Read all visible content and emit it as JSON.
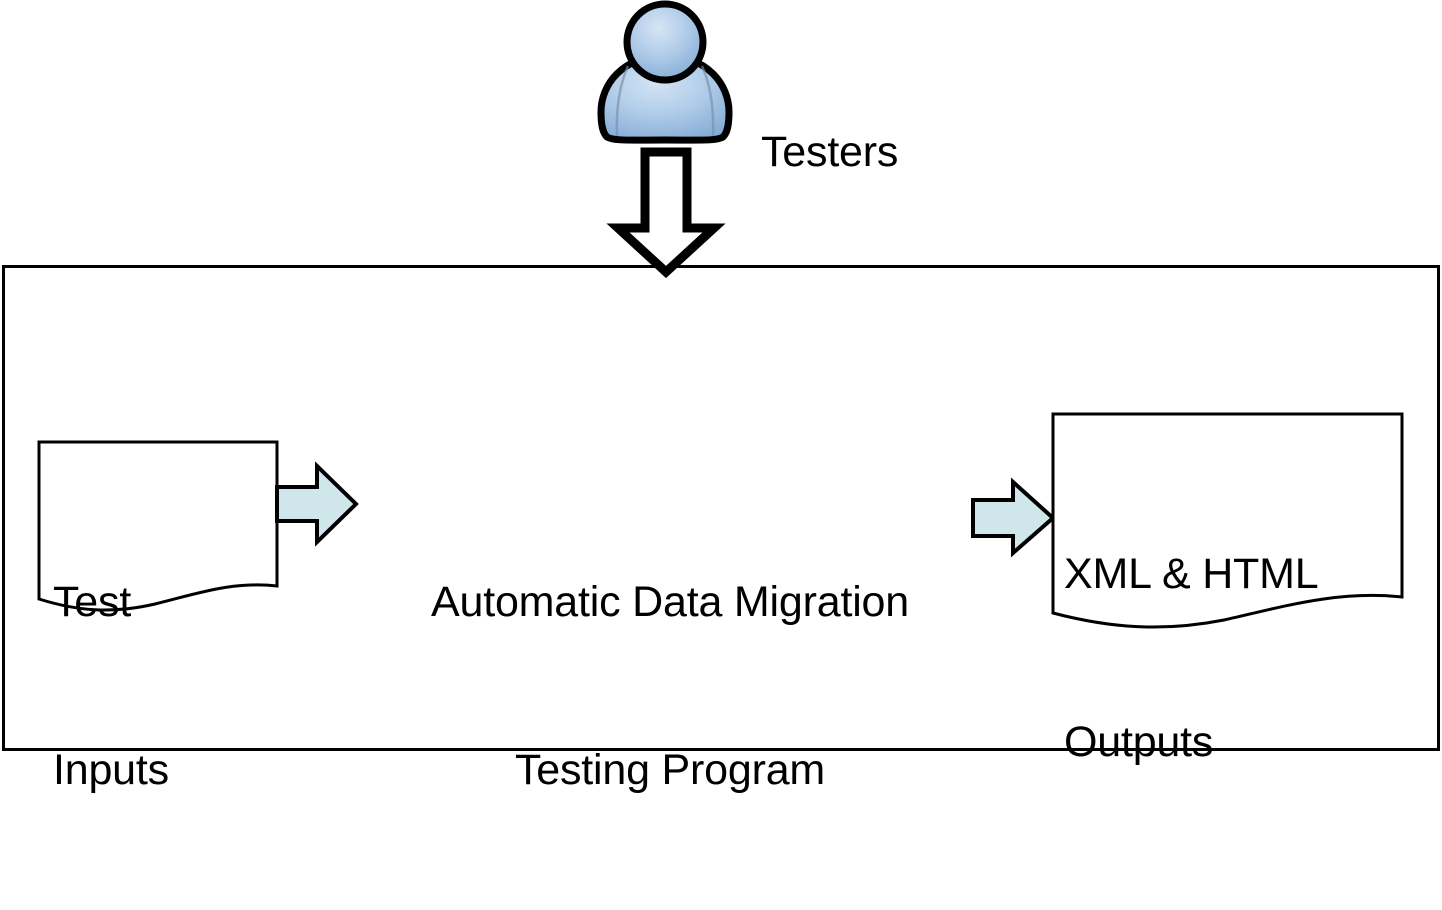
{
  "diagram": {
    "type": "system-context-flow-diagram",
    "background": "#ffffff",
    "stroke_color": "#000000",
    "arrow_fill": "#cfe7ea",
    "actor_fill_light": "#cfe0f2",
    "actor_fill_dark": "#87afd8",
    "actor": {
      "icon": "person-user-icon",
      "label": "Testers"
    },
    "flow_arrow": {
      "icon": "down-block-arrow-icon",
      "direction": "down",
      "from": "Testers",
      "to": "Automatic Data Migration Testing Program"
    },
    "system_boundary": {
      "label": ""
    },
    "nodes": [
      {
        "id": "test-inputs",
        "shape": "document",
        "label_lines": [
          "Test",
          "Inputs"
        ],
        "label": "Test Inputs"
      },
      {
        "id": "program",
        "shape": "text",
        "label_lines": [
          "Automatic Data Migration",
          "Testing Program"
        ],
        "label": "Automatic Data Migration Testing Program"
      },
      {
        "id": "outputs",
        "shape": "document",
        "label_lines": [
          "XML & HTML",
          "Outputs"
        ],
        "label": "XML & HTML Outputs"
      }
    ],
    "connectors": [
      {
        "id": "inputs-to-program",
        "icon": "right-block-arrow-icon",
        "from": "test-inputs",
        "to": "program"
      },
      {
        "id": "program-to-outputs",
        "icon": "right-block-arrow-icon",
        "from": "program",
        "to": "outputs"
      }
    ]
  }
}
